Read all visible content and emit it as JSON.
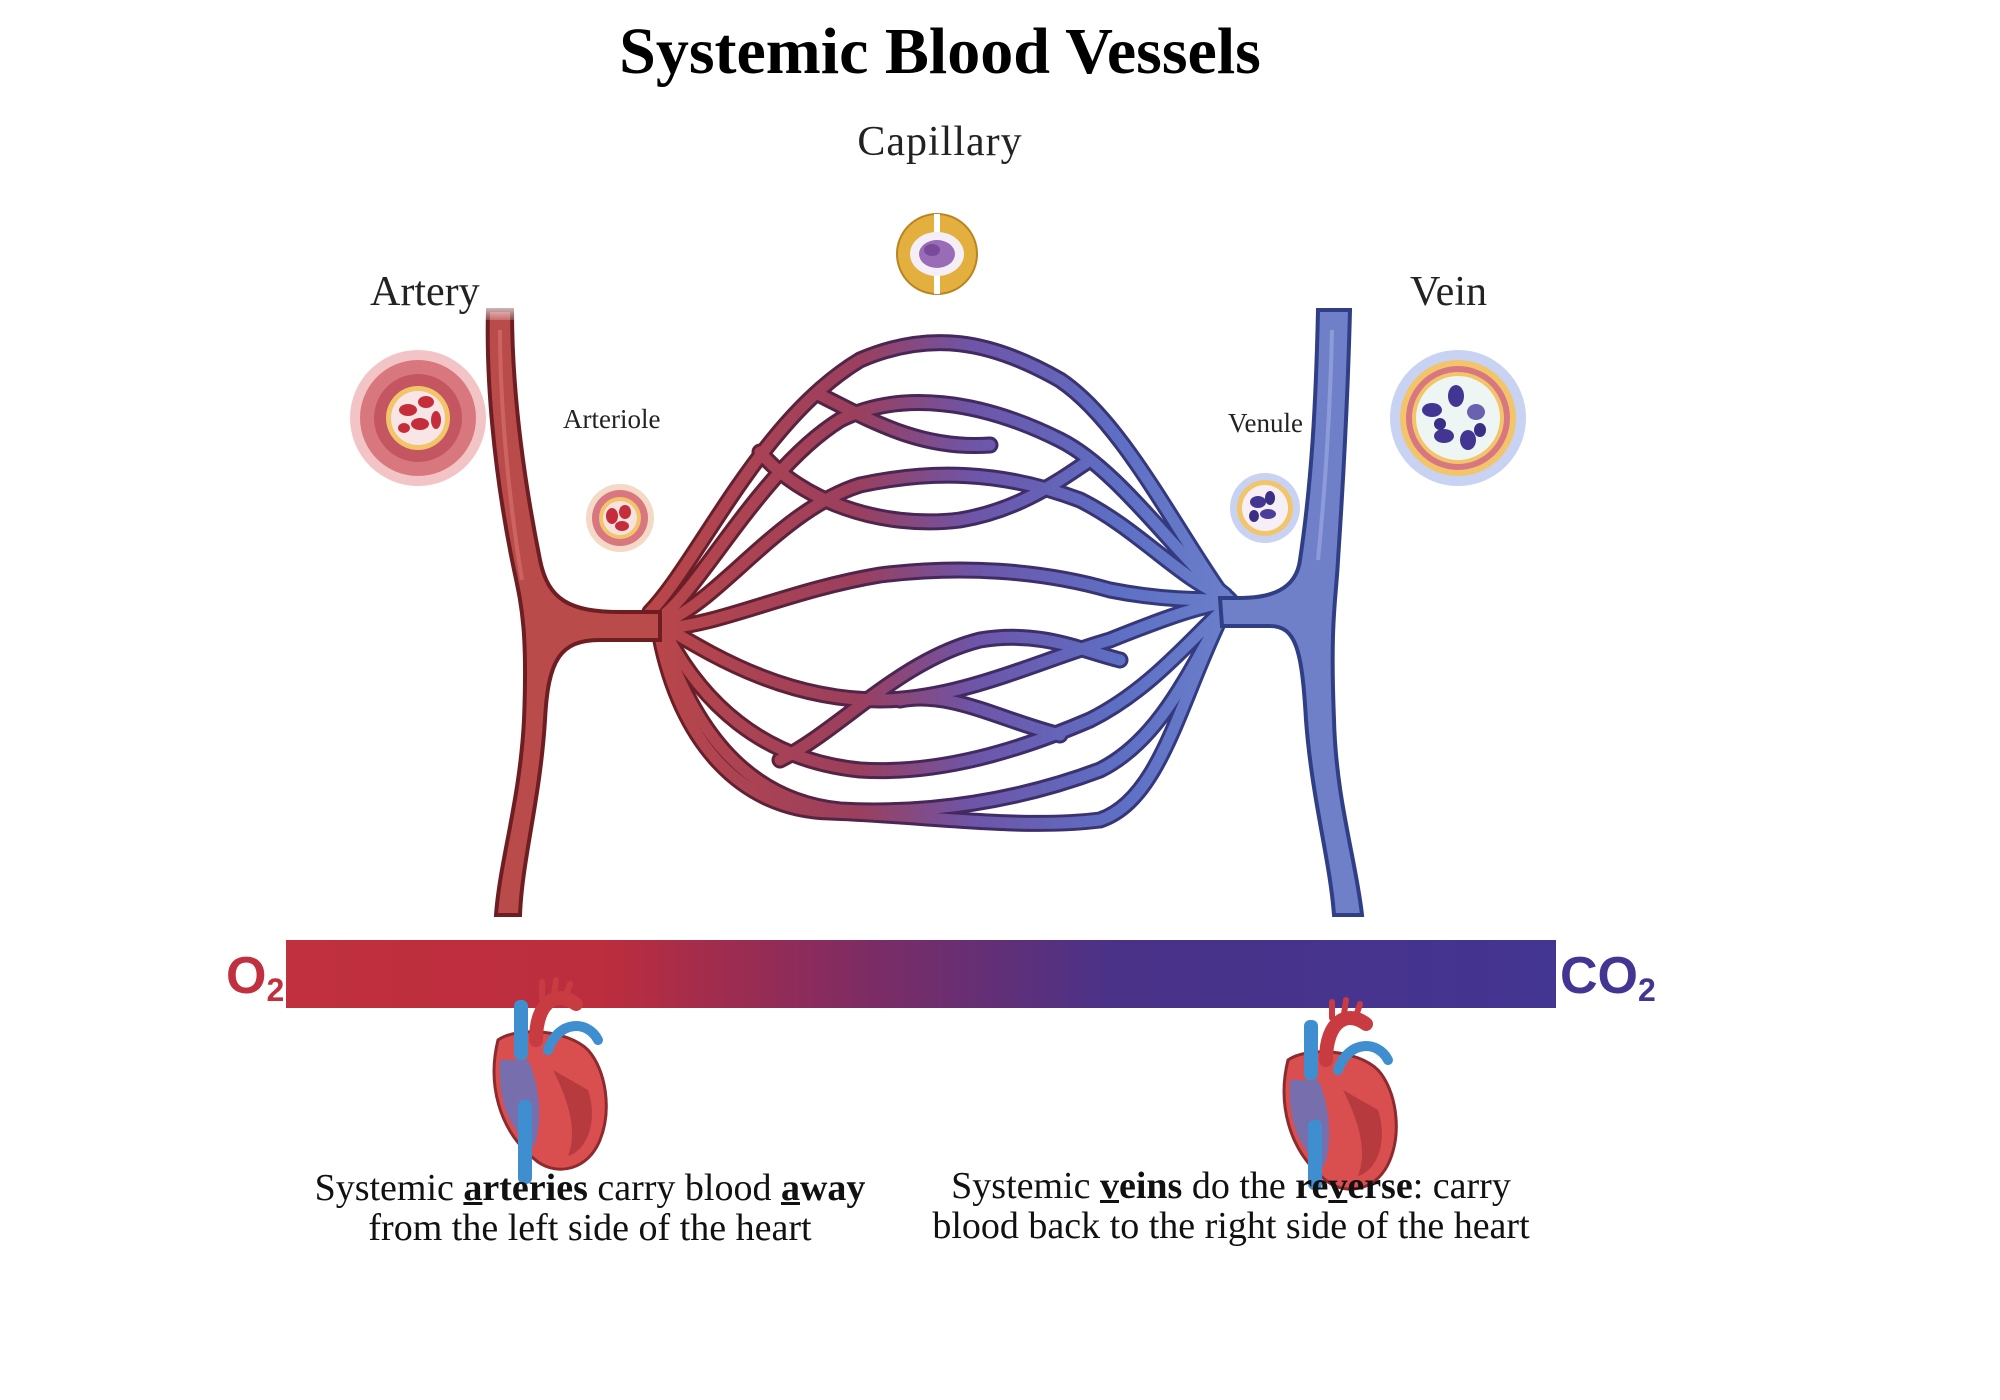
{
  "title": "Systemic Blood Vessels",
  "labels": {
    "capillary": "Capillary",
    "artery": "Artery",
    "vein": "Vein",
    "arteriole": "Arteriole",
    "venule": "Venule"
  },
  "gradient_bar": {
    "left": {
      "base": "O",
      "sub": "2"
    },
    "right": {
      "base": "CO",
      "sub": "2"
    }
  },
  "captions": {
    "left": {
      "w1": "Systemic ",
      "w2a": "a",
      "w2b": "rteries",
      "w3": " carry blood ",
      "w4a": "a",
      "w4b": "way",
      "line2": "from the left side of the heart"
    },
    "right": {
      "w1": "Systemic ",
      "w2a": "v",
      "w2b": "eins",
      "w3": " do the ",
      "w4a": "re",
      "w4b": "v",
      "w4c": "erse",
      "w5": ": carry",
      "line2": "blood back to the right side of the heart"
    }
  },
  "colors": {
    "oxygenated": "#c0303f",
    "deoxygenated": "#433592",
    "artery_vessel": "#b94c4a",
    "vein_vessel": "#6f80c8",
    "vessel_wall": "#e3b040"
  },
  "icons": [
    "artery-cross-section",
    "arteriole-cross-section",
    "capillary-cross-section",
    "venule-cross-section",
    "vein-cross-section",
    "heart-icon"
  ]
}
